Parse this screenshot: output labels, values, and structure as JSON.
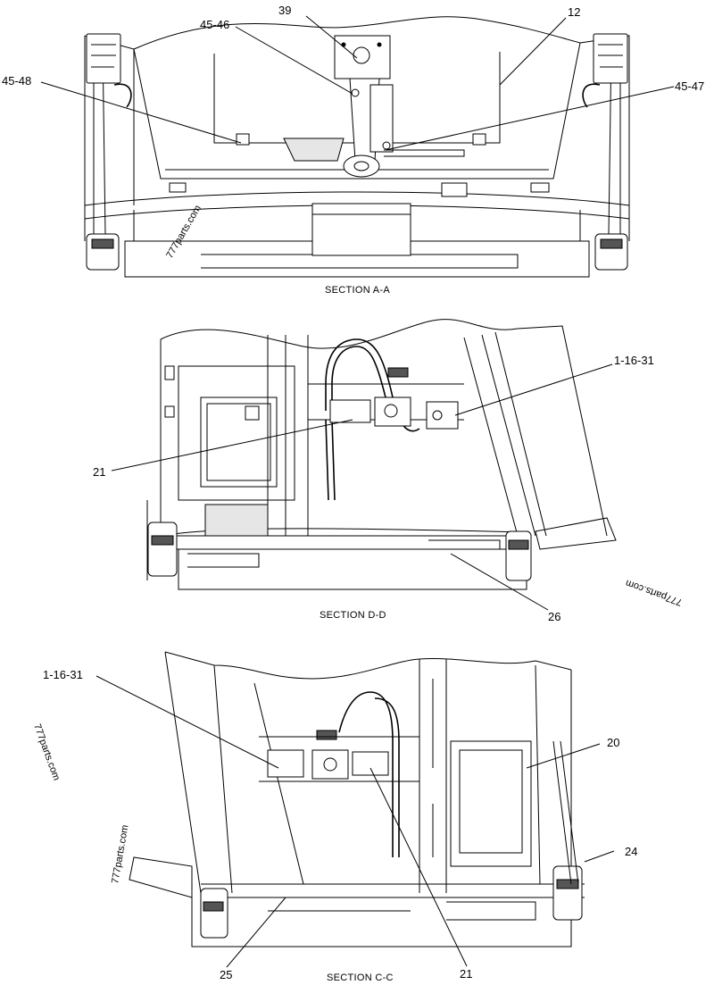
{
  "sections": [
    {
      "id": "a",
      "caption": "SECTION A-A",
      "callouts": [
        "39",
        "12",
        "45-46",
        "45-48",
        "45-47"
      ]
    },
    {
      "id": "d",
      "caption": "SECTION D-D",
      "callouts": [
        "1-16-31",
        "21",
        "26"
      ]
    },
    {
      "id": "c",
      "caption": "SECTION C-C",
      "callouts": [
        "1-16-31",
        "20",
        "24",
        "25",
        "21"
      ]
    }
  ],
  "watermarks": [
    "777parts.com",
    "777parts.com",
    "777parts.com",
    "777parts.com"
  ]
}
